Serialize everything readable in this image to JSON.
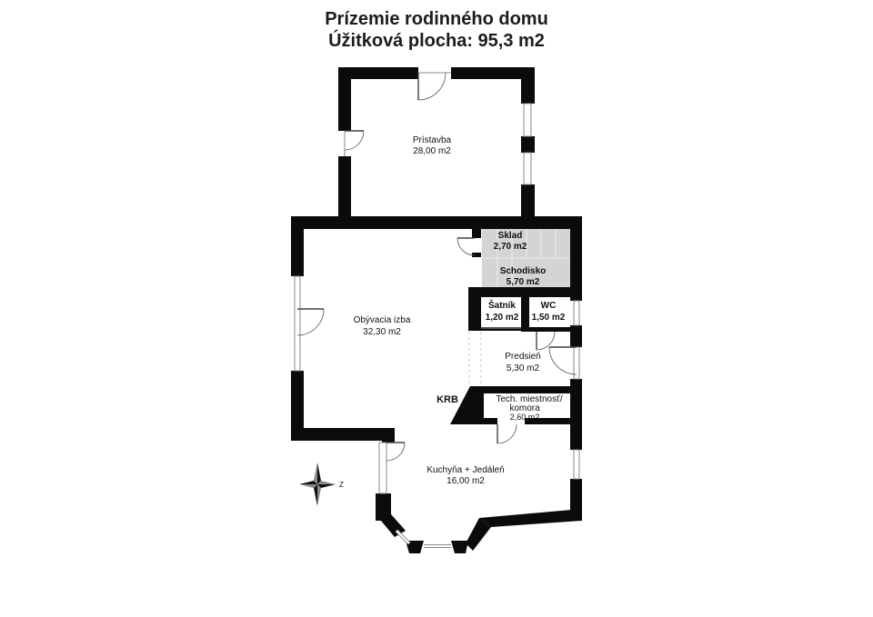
{
  "title": "Prízemie rodinného domu",
  "subtitle": "Úžitková plocha: 95,3 m2",
  "rooms": {
    "pristavba": {
      "name": "Prístavba",
      "area": "28,00 m2"
    },
    "sklad": {
      "name": "Sklad",
      "area": "2,70 m2"
    },
    "schodisko": {
      "name": "Schodisko",
      "area": "5,70 m2"
    },
    "obyvacia": {
      "name": "Obývacia izba",
      "area": "32,30 m2"
    },
    "satnik": {
      "name": "Šatník",
      "area": "1,20 m2"
    },
    "wc": {
      "name": "WC",
      "area": "1,50 m2"
    },
    "predsien": {
      "name": "Predsieň",
      "area": "5,30 m2"
    },
    "tech": {
      "name": "Tech. miestnosť/",
      "name2": "komora",
      "area": "2,60 m2"
    },
    "kuchyna": {
      "name": "Kuchyňa + Jedáleň",
      "area": "16,00 m2"
    }
  },
  "fireplace_label": "KRB",
  "compass_label": "Z",
  "colors": {
    "wall": "#0b0b0b",
    "stairs": "#d4d4d4",
    "window": "#8a8a8a"
  },
  "icons": {
    "compass": "compass-rose-icon"
  }
}
